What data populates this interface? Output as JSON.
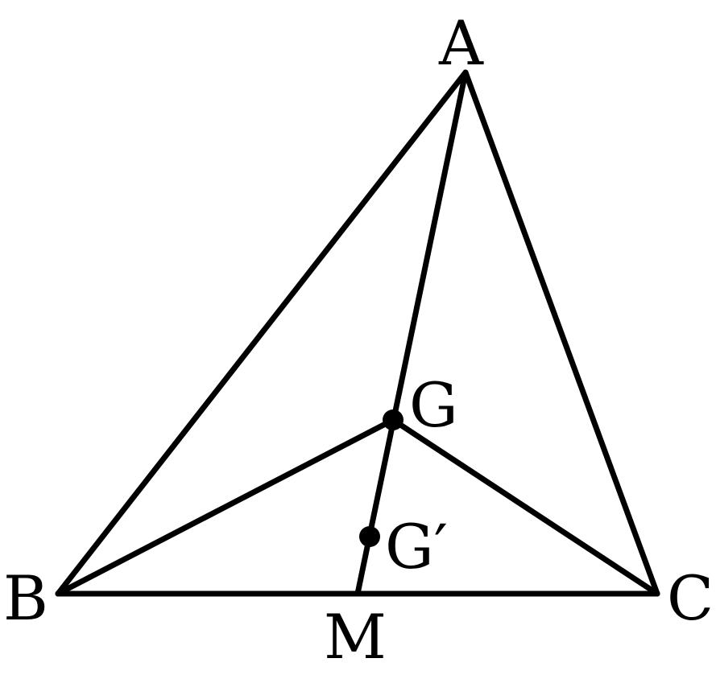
{
  "diagram": {
    "labels": {
      "A": "A",
      "B": "B",
      "C": "C",
      "G": "G",
      "G_prime": "G′",
      "M": "M"
    },
    "colors": {
      "line": "#000000",
      "background": "#ffffff"
    }
  }
}
